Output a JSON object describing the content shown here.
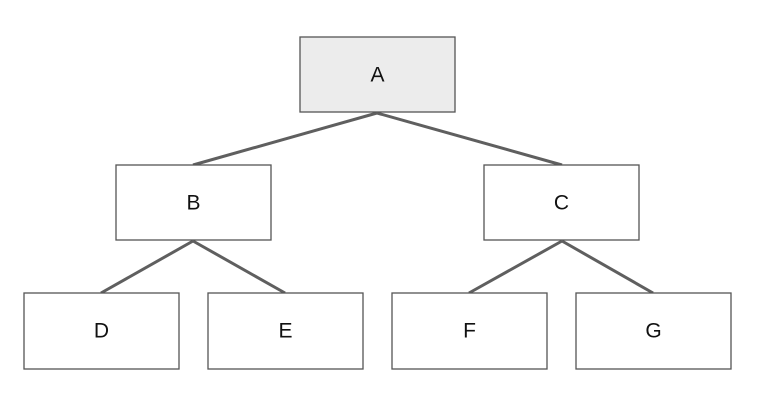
{
  "nodes": [
    {
      "id": "A",
      "label": "A",
      "highlighted": true,
      "fill": "#ececec"
    },
    {
      "id": "B",
      "label": "B"
    },
    {
      "id": "C",
      "label": "C"
    },
    {
      "id": "D",
      "label": "D"
    },
    {
      "id": "E",
      "label": "E"
    },
    {
      "id": "F",
      "label": "F"
    },
    {
      "id": "G",
      "label": "G"
    }
  ],
  "edges": [
    {
      "from": "A",
      "to": "B"
    },
    {
      "from": "A",
      "to": "C"
    },
    {
      "from": "B",
      "to": "D"
    },
    {
      "from": "B",
      "to": "E"
    },
    {
      "from": "C",
      "to": "F"
    },
    {
      "from": "C",
      "to": "G"
    }
  ],
  "colors": {
    "edge": "#5f5f5f",
    "border": "#555555",
    "root_fill": "#ececec",
    "node_fill": "#ffffff"
  }
}
